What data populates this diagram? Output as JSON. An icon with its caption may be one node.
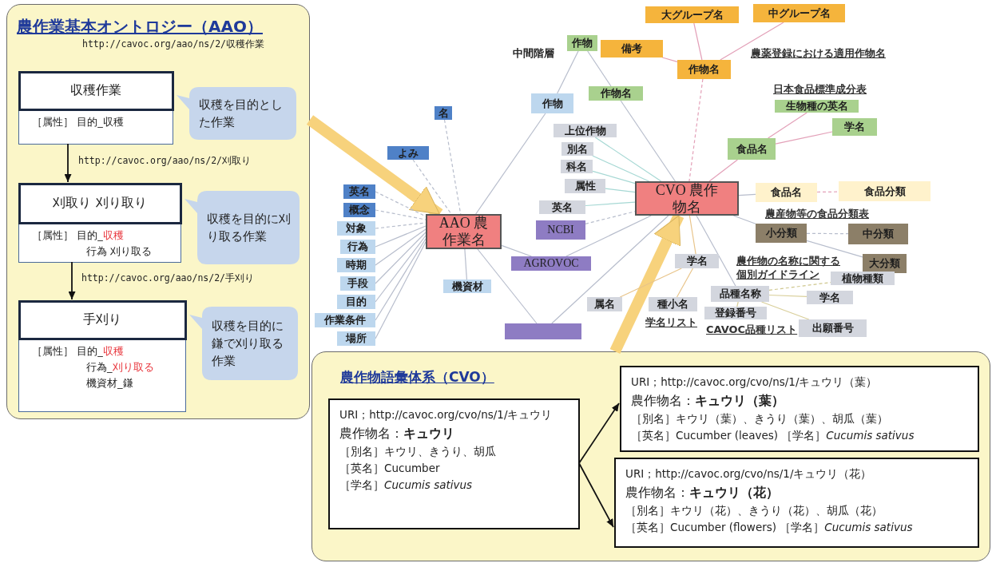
{
  "diagram": {
    "nodes": [
      {
        "text": [
          "農作業基本オントロジー（AAO）"
        ]
      },
      {
        "text": [
          "収穫作業",
          "［属性］ 目的_収穫"
        ],
        "in": 0,
        "beside": [
          "http://cavoc.org/aao/ns/2/収穫作業"
        ]
      },
      {
        "text": [
          "刈取り 刈り取り",
          "［属性］ 目的_**収穫**",
          "行為 刈り取る"
        ],
        "in": 0
      },
      {
        "text": [
          "手刈り",
          "［属性］ 目的_**収穫**",
          "行為_**刈り取る**",
          "機資材_鎌"
        ],
        "in": 0
      },
      {
        "text": [
          "収穫を目的とした作業"
        ],
        "in": 0
      },
      {
        "text": [
          "収穫を目的に刈り取る作業"
        ],
        "in": 0
      },
      {
        "text": [
          "収穫を目的に鎌で刈り取る作業"
        ],
        "in": 0
      },
      {
        "text": [
          "AAO 農作業名"
        ]
      },
      {
        "text": [
          "よみ"
        ]
      },
      {
        "text": [
          "名"
        ]
      },
      {
        "text": [
          "英名"
        ]
      },
      {
        "text": [
          "概念"
        ]
      },
      {
        "text": [
          "対象"
        ]
      },
      {
        "text": [
          "行為"
        ]
      },
      {
        "text": [
          "時期"
        ]
      },
      {
        "text": [
          "手段"
        ]
      },
      {
        "text": [
          "目的"
        ]
      },
      {
        "text": [
          "作業条件"
        ]
      },
      {
        "text": [
          "場所"
        ]
      },
      {
        "text": [
          "機資材"
        ]
      },
      {
        "text": [
          "AGROVOC"
        ]
      },
      {
        "text": [],
        "shape": "box"
      },
      {
        "text": [
          "CVO 農作物名"
        ]
      },
      {
        "text": [
          "作物"
        ],
        "beside": [
          "中間階層"
        ]
      },
      {
        "text": [
          "備考"
        ]
      },
      {
        "text": [
          "作物名"
        ]
      },
      {
        "text": [
          "作物"
        ]
      },
      {
        "text": [
          "上位作物"
        ]
      },
      {
        "text": [
          "別名"
        ]
      },
      {
        "text": [
          "科名"
        ]
      },
      {
        "text": [
          "属性"
        ]
      },
      {
        "text": [
          "英名"
        ]
      },
      {
        "text": [
          "NCBI"
        ]
      },
      {
        "text": [
          "大グループ名"
        ]
      },
      {
        "text": [
          "中グループ名"
        ]
      },
      {
        "text": [
          "作物名"
        ]
      },
      {
        "text": [
          "生物種の英名"
        ]
      },
      {
        "text": [
          "学名"
        ]
      },
      {
        "text": [
          "食品名"
        ]
      },
      {
        "text": [
          "食品名"
        ]
      },
      {
        "text": [
          "食品分類"
        ]
      },
      {
        "text": [
          "小分類"
        ]
      },
      {
        "text": [
          "中分類"
        ]
      },
      {
        "text": [
          "大分類"
        ]
      },
      {
        "text": [
          "学名"
        ]
      },
      {
        "text": [
          "属名"
        ]
      },
      {
        "text": [
          "種小名"
        ]
      },
      {
        "text": [
          "品種名称"
        ]
      },
      {
        "text": [
          "植物種類"
        ]
      },
      {
        "text": [
          "学名"
        ]
      },
      {
        "text": [
          "登録番号"
        ]
      },
      {
        "text": [
          "出願番号"
        ]
      },
      {
        "text": [
          "農作物語彙体系（CVO）"
        ]
      },
      {
        "text": [
          "URI；http://cavoc.org/cvo/ns/1/キュウリ",
          "農作物名：**キュウリ**",
          "［別名］キウリ、きうり、胡瓜",
          "［英名］Cucumber",
          "［学名］*Cucumis sativus*"
        ],
        "in": 52
      },
      {
        "text": [
          "URI；http://cavoc.org/cvo/ns/1/キュウリ（葉）",
          "農作物名：**キュウリ（葉）**",
          "［別名］キウリ（葉）、きうり（葉）、胡瓜（葉）",
          "［英名］Cucumber (leaves) ［学名］*Cucumis sativus*"
        ],
        "in": 52
      },
      {
        "text": [
          "URI；http://cavoc.org/cvo/ns/1/キュウリ（花）",
          "農作物名：**キュウリ（花）**",
          "［別名］キウリ（花）、きうり（花）、胡瓜（花）",
          "［英名］Cucumber (flowers) ［学名］*Cucumis sativus*"
        ],
        "in": 52
      }
    ],
    "edges": [
      {
        "from": 1,
        "to": 2,
        "arrow": "to",
        "label": "http://cavoc.org/aao/ns/2/刈取り",
        "color": "#111111"
      },
      {
        "from": 2,
        "to": 3,
        "arrow": "to",
        "label": "http://cavoc.org/aao/ns/2/手刈り",
        "color": "#111111"
      },
      {
        "from": 0,
        "to": 7,
        "arrow": "to",
        "style": "thick",
        "color": "#f7d27c"
      },
      {
        "from": 52,
        "to": 22,
        "arrow": "to",
        "style": "thick",
        "color": "#f7d27c"
      },
      {
        "from": 53,
        "to": 54,
        "arrow": "to",
        "color": "#111111"
      },
      {
        "from": 53,
        "to": 55,
        "arrow": "to",
        "color": "#111111"
      },
      {
        "from": 8,
        "to": 7,
        "arrow": "none",
        "style": "dashed"
      },
      {
        "from": 9,
        "to": 7,
        "arrow": "none",
        "style": "dashed"
      },
      {
        "from": 10,
        "to": 7,
        "arrow": "none",
        "style": "dashed"
      },
      {
        "from": 11,
        "to": 7,
        "arrow": "none",
        "style": "dashed"
      },
      {
        "from": 12,
        "to": 7,
        "arrow": "none",
        "style": "dashed"
      },
      {
        "from": 13,
        "to": 7,
        "arrow": "none"
      },
      {
        "from": 14,
        "to": 7,
        "arrow": "none"
      },
      {
        "from": 15,
        "to": 7,
        "arrow": "none"
      },
      {
        "from": 16,
        "to": 7,
        "arrow": "none"
      },
      {
        "from": 17,
        "to": 7,
        "arrow": "none"
      },
      {
        "from": 18,
        "to": 7,
        "arrow": "none"
      },
      {
        "from": 19,
        "to": 7,
        "arrow": "none"
      },
      {
        "from": 20,
        "to": 7,
        "arrow": "none"
      },
      {
        "from": 21,
        "to": 7,
        "arrow": "none"
      },
      {
        "from": 20,
        "to": 22,
        "arrow": "none"
      },
      {
        "from": 21,
        "to": 22,
        "arrow": "none"
      },
      {
        "from": 26,
        "to": 7,
        "arrow": "none"
      },
      {
        "from": 26,
        "to": 23,
        "arrow": "none"
      },
      {
        "from": 23,
        "to": 25,
        "arrow": "none"
      },
      {
        "from": 25,
        "to": 22,
        "arrow": "none"
      },
      {
        "from": 24,
        "to": 35,
        "arrow": "none",
        "color": "#e3a0b8"
      },
      {
        "from": 33,
        "to": 35,
        "arrow": "none",
        "color": "#e3a0b8"
      },
      {
        "from": 34,
        "to": 35,
        "arrow": "none",
        "color": "#e3a0b8"
      },
      {
        "from": 35,
        "to": 22,
        "arrow": "none",
        "style": "dashed",
        "color": "#e3a0b8"
      },
      {
        "from": 27,
        "to": 22,
        "arrow": "none",
        "color": "#a6d8d4"
      },
      {
        "from": 28,
        "to": 22,
        "arrow": "none",
        "color": "#a6d8d4"
      },
      {
        "from": 29,
        "to": 22,
        "arrow": "none",
        "color": "#a6d8d4"
      },
      {
        "from": 30,
        "to": 22,
        "arrow": "none",
        "color": "#a6d8d4"
      },
      {
        "from": 31,
        "to": 22,
        "arrow": "none",
        "color": "#a6d8d4"
      },
      {
        "from": 32,
        "to": 22,
        "arrow": "none",
        "style": "dashed"
      },
      {
        "from": 36,
        "to": 38,
        "arrow": "none",
        "color": "#e3a0b8"
      },
      {
        "from": 37,
        "to": 38,
        "arrow": "none",
        "color": "#e3a0b8"
      },
      {
        "from": 38,
        "to": 22,
        "arrow": "none",
        "color": "#e3a0b8"
      },
      {
        "from": 39,
        "to": 22,
        "arrow": "none"
      },
      {
        "from": 39,
        "to": 40,
        "arrow": "none",
        "style": "dashed",
        "color": "#e3a0b8"
      },
      {
        "from": 41,
        "to": 22,
        "arrow": "none"
      },
      {
        "from": 41,
        "to": 42,
        "arrow": "none",
        "style": "dashed"
      },
      {
        "from": 41,
        "to": 43,
        "arrow": "none"
      },
      {
        "from": 44,
        "to": 22,
        "arrow": "none",
        "color": "#e8c48a"
      },
      {
        "from": 44,
        "to": 45,
        "arrow": "none",
        "color": "#e8c48a"
      },
      {
        "from": 44,
        "to": 46,
        "arrow": "none",
        "color": "#e8c48a"
      },
      {
        "from": 47,
        "to": 22,
        "arrow": "none"
      },
      {
        "from": 47,
        "to": 48,
        "arrow": "none",
        "style": "dashed",
        "color": "#cfc78e"
      },
      {
        "from": 47,
        "to": 49,
        "arrow": "none",
        "color": "#d9cf9a"
      },
      {
        "from": 47,
        "to": 50,
        "arrow": "none",
        "color": "#d9cf9a"
      },
      {
        "from": 47,
        "to": 51,
        "arrow": "none",
        "color": "#d9cf9a"
      }
    ],
    "labels": [
      "農薬登録における適用作物名",
      "日本食品標準成分表",
      "農産物等の食品分類表",
      "農作物の名称に関する個別ガイドライン",
      "学名リスト",
      "CAVOC品種リスト"
    ]
  }
}
